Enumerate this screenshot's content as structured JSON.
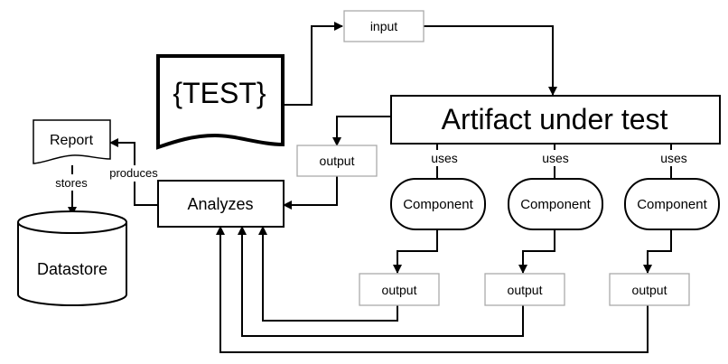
{
  "nodes": {
    "input": "input",
    "test": "{TEST}",
    "artifact": "Artifact under test",
    "output_main": "output",
    "analyzes": "Analyzes",
    "report": "Report",
    "datastore": "Datastore",
    "component_1": "Component",
    "component_2": "Component",
    "component_3": "Component",
    "output_1": "output",
    "output_2": "output",
    "output_3": "output"
  },
  "edges": {
    "uses_1": "uses",
    "uses_2": "uses",
    "uses_3": "uses",
    "produces": "produces",
    "stores": "stores"
  }
}
